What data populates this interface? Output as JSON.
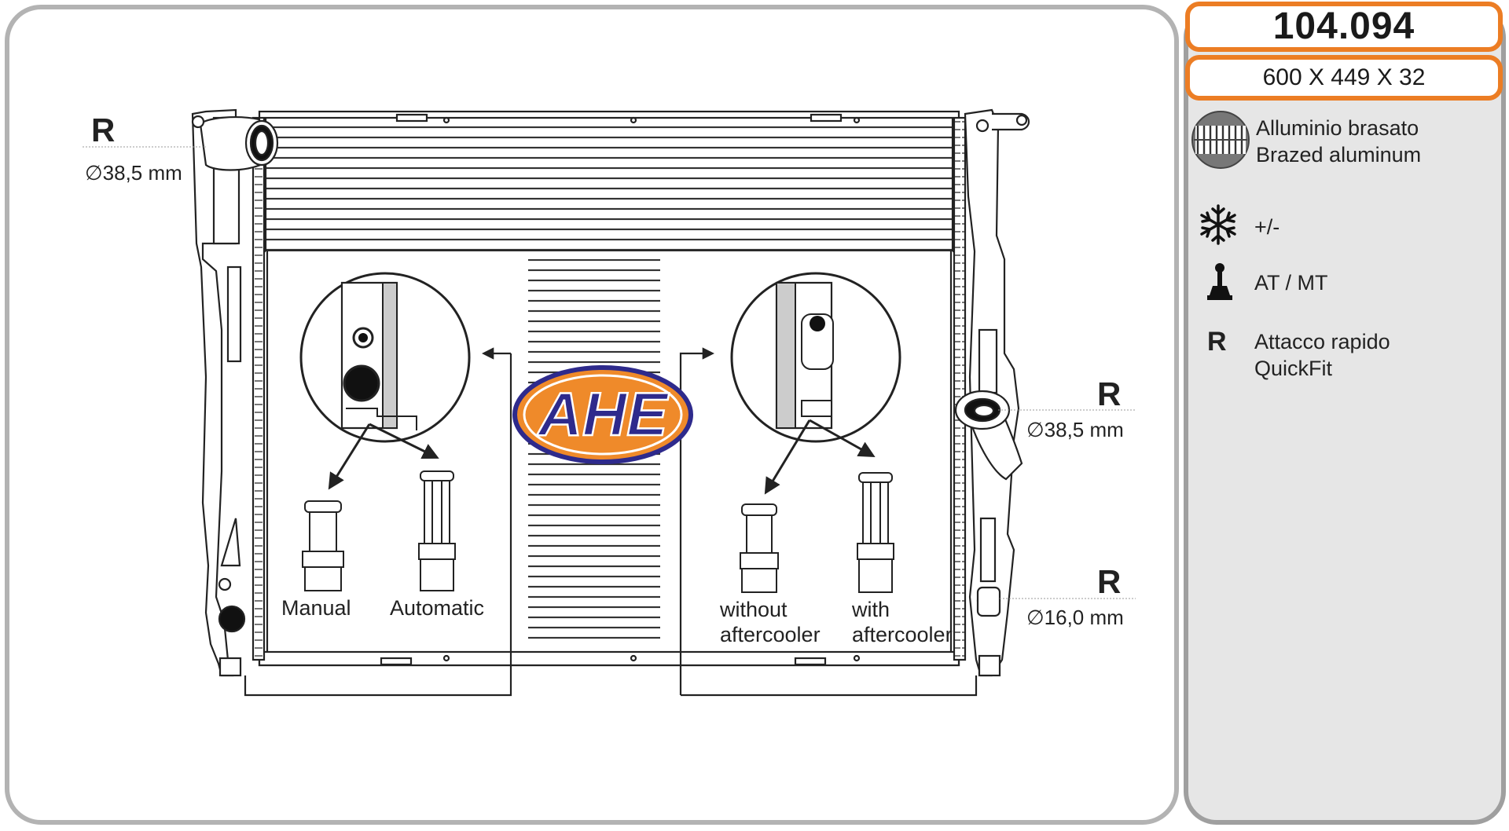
{
  "part_number": "104.094",
  "dimensions": "600 X 449 X 32",
  "specs": {
    "material_it": "Alluminio brasato",
    "material_en": "Brazed aluminum",
    "ac": "+/-",
    "transmission": "AT / MT",
    "connector_letter": "R",
    "connector_it": "Attacco rapido",
    "connector_en": "QuickFit"
  },
  "callouts": {
    "left_top": {
      "letter": "R",
      "diameter": "∅38,5 mm"
    },
    "right_mid": {
      "letter": "R",
      "diameter": "∅38,5 mm"
    },
    "right_low": {
      "letter": "R",
      "diameter": "∅16,0 mm"
    }
  },
  "variants": {
    "manual": "Manual",
    "automatic": "Automatic",
    "without_1": "without",
    "without_2": "aftercooler",
    "with_1": "with",
    "with_2": "aftercooler"
  },
  "logo_text": "AHE",
  "colors": {
    "accent": "#ec7d24",
    "logo_blue": "#2e2a8c",
    "logo_orange": "#ef8a2a"
  },
  "icons": [
    "brazed-aluminum-icon",
    "snowflake-icon",
    "gear-shift-icon"
  ]
}
